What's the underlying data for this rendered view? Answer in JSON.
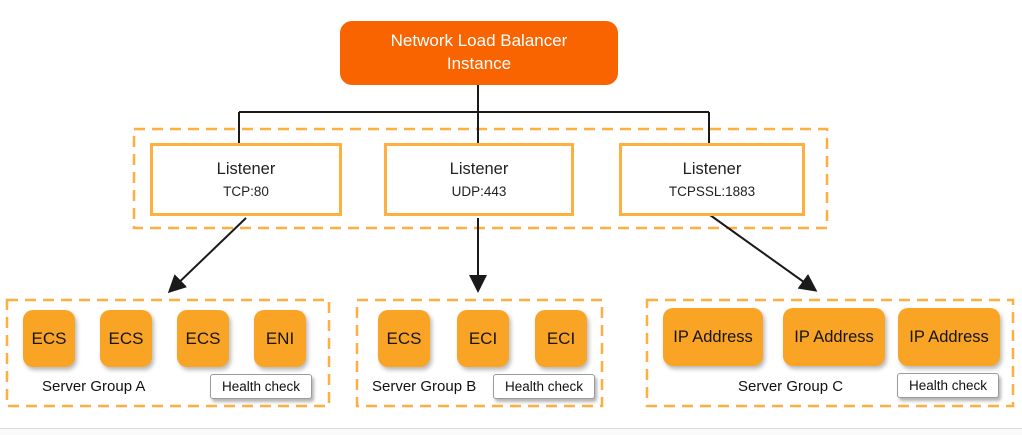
{
  "root": {
    "line1": "Network Load Balancer",
    "line2": "Instance"
  },
  "listeners": [
    {
      "title": "Listener",
      "protocol": "TCP:80"
    },
    {
      "title": "Listener",
      "protocol": "UDP:443"
    },
    {
      "title": "Listener",
      "protocol": "TCPSSL:1883"
    }
  ],
  "server_groups": [
    {
      "name": "Server Group A",
      "nodes": [
        "ECS",
        "ECS",
        "ECS",
        "ENI"
      ],
      "health_check": "Health check"
    },
    {
      "name": "Server Group B",
      "nodes": [
        "ECS",
        "ECI",
        "ECI"
      ],
      "health_check": "Health check"
    },
    {
      "name": "Server Group C",
      "nodes": [
        "IP Address",
        "IP Address",
        "IP Address"
      ],
      "health_check": "Health check"
    }
  ],
  "colors": {
    "root_fill": "#FA6400",
    "member_fill": "#F9A424",
    "gold_border": "#FBB040",
    "connector": "#1A1A1A"
  }
}
